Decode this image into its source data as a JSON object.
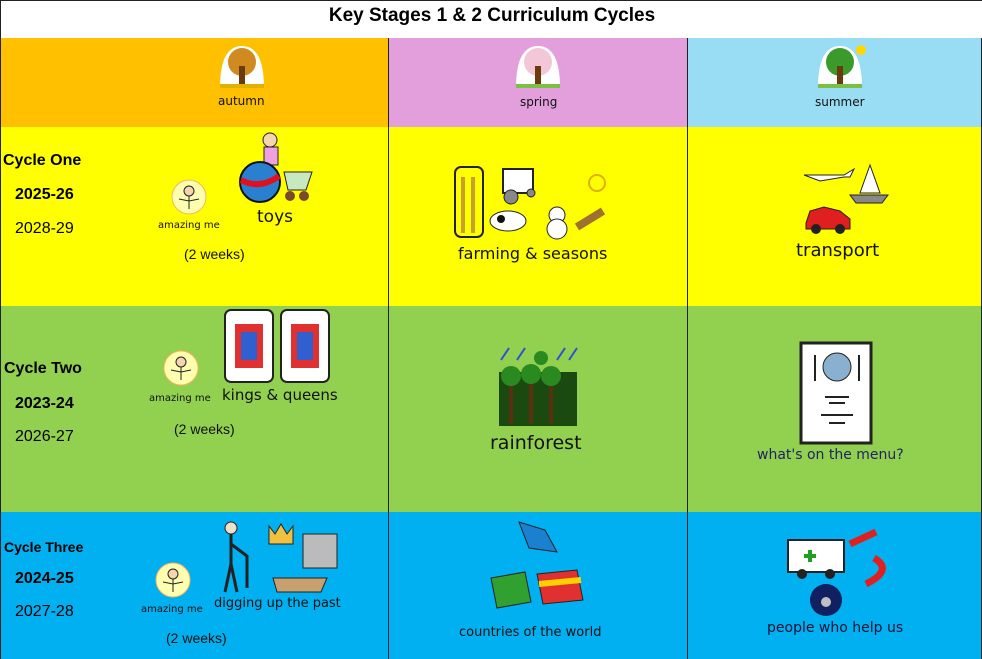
{
  "title": "Key Stages 1 & 2 Curriculum Cycles",
  "colors": {
    "autumn": "#FFC000",
    "spring": "#E29FDC",
    "summer": "#99DDF4",
    "cycle_one": "#FFFF00",
    "cycle_two": "#92D050",
    "cycle_three": "#00B0F0"
  },
  "seasons": [
    {
      "label": "autumn",
      "icon": "autumn-tree-icon"
    },
    {
      "label": "spring",
      "icon": "blossom-tree-icon"
    },
    {
      "label": "summer",
      "icon": "summer-tree-icon"
    }
  ],
  "cycles": [
    {
      "name": "Cycle One",
      "years": [
        "2025-26",
        "2028-29"
      ],
      "amazing": "amazing me",
      "autumn_topic": "toys",
      "weeks": "(2 weeks)",
      "spring_topic": "farming & seasons",
      "summer_topic": "transport"
    },
    {
      "name": "Cycle Two",
      "years": [
        "2023-24",
        "2026-27"
      ],
      "amazing": "amazing me",
      "autumn_topic": "kings & queens",
      "weeks": "(2 weeks)",
      "spring_topic": "rainforest",
      "summer_topic": "what's on the menu?"
    },
    {
      "name": "Cycle Three",
      "years": [
        "2024-25",
        "2027-28"
      ],
      "amazing": "amazing me",
      "autumn_topic": "digging up the past",
      "weeks": "(2 weeks)",
      "spring_topic": "countries of the world",
      "summer_topic": "people who help us"
    }
  ]
}
